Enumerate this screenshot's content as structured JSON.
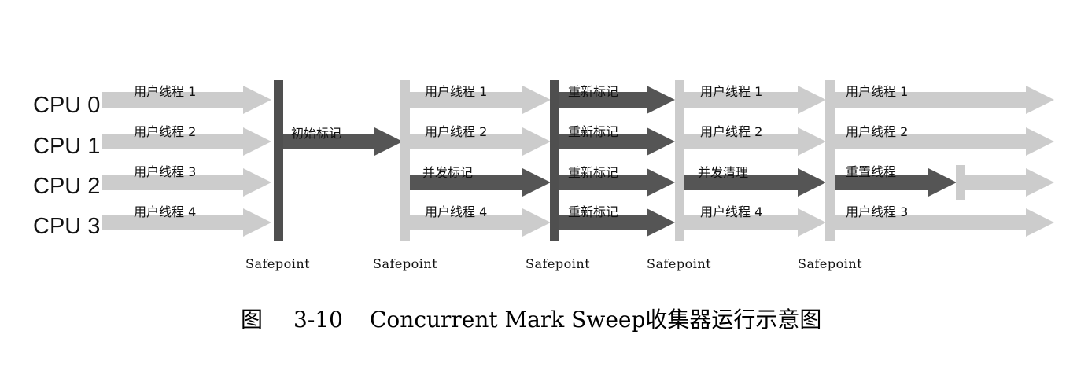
{
  "cpus": [
    "CPU 0",
    "CPU 1",
    "CPU 2",
    "CPU 3"
  ],
  "safepoints": [
    "Safepoint",
    "Safepoint",
    "Safepoint",
    "Safepoint",
    "Safepoint"
  ],
  "stages": [
    {
      "lanes": [
        "用户线程 1",
        "用户线程 2",
        "用户线程 3",
        "用户线程 4"
      ]
    },
    {
      "label": "初始标记"
    },
    {
      "lanes": [
        "用户线程 1",
        "用户线程 2",
        "并发标记",
        "用户线程 4"
      ]
    },
    {
      "lanes": [
        "重新标记",
        "重新标记",
        "重新标记",
        "重新标记"
      ]
    },
    {
      "lanes": [
        "用户线程 1",
        "用户线程 2",
        "并发清理",
        "用户线程 4"
      ]
    },
    {
      "lanes": [
        "用户线程 1",
        "用户线程 2",
        "重置线程",
        "用户线程 3"
      ]
    }
  ],
  "caption": {
    "fig": "图",
    "num": "3-10",
    "title": "Concurrent Mark Sweep收集器运行示意图"
  },
  "colors": {
    "light": "#cccccc",
    "dark": "#555555",
    "barDark": "#4f4f4f"
  }
}
